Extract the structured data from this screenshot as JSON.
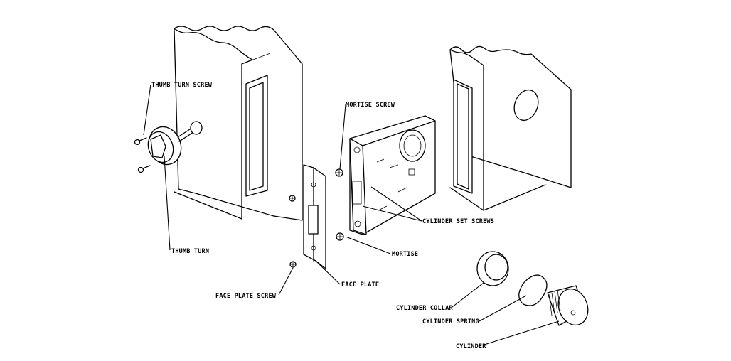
{
  "labels": {
    "thumb_turn_screw": "THUMB TURN SCREW",
    "thumb_turn": "THUMB TURN",
    "mortise_screw": "MORTISE SCREW",
    "cylinder_set_screws": "CYLINDER SET SCREWS",
    "mortise": "MORTISE",
    "face_plate": "FACE PLATE",
    "face_plate_screw": "FACE PLATE SCREW",
    "cylinder_collar": "CYLINDER COLLAR",
    "cylinder_spring": "CYLINDER SPRING",
    "cylinder": "CYLINDER"
  },
  "colors": {
    "ink": "#000000",
    "paper": "#ffffff"
  }
}
